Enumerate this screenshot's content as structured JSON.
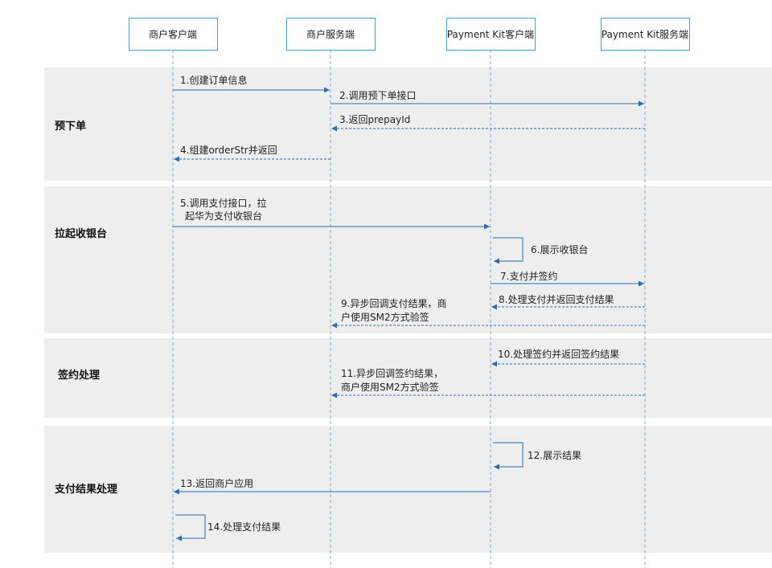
{
  "participants": [
    {
      "label": "商户客户端"
    },
    {
      "label": "商户服务端"
    },
    {
      "label": "Payment Kit客户端"
    },
    {
      "label": "Payment Kit服务端"
    }
  ],
  "phases": [
    {
      "label": "预下单"
    },
    {
      "label": "拉起收银台"
    },
    {
      "label": "签约处理"
    },
    {
      "label": "支付结果处理"
    }
  ],
  "messages": [
    {
      "lines": [
        "1.创建订单信息"
      ],
      "from": 0,
      "to": 1,
      "dashed": false
    },
    {
      "lines": [
        "2.调用预下单接口"
      ],
      "from": 1,
      "to": 3,
      "dashed": false
    },
    {
      "lines": [
        "3.返回prepayId"
      ],
      "from": 3,
      "to": 1,
      "dashed": true
    },
    {
      "lines": [
        "4.组建orderStr并返回"
      ],
      "from": 1,
      "to": 0,
      "dashed": true
    },
    {
      "lines": [
        "5.调用支付接口，拉",
        "起华为支付收银台"
      ],
      "from": 0,
      "to": 2,
      "dashed": false
    },
    {
      "lines": [
        "6.展示收银台"
      ],
      "from": 2,
      "to": 2,
      "dashed": false
    },
    {
      "lines": [
        "7.支付并签约"
      ],
      "from": 2,
      "to": 3,
      "dashed": false
    },
    {
      "lines": [
        "8.处理支付并返回支付结果"
      ],
      "from": 3,
      "to": 2,
      "dashed": true
    },
    {
      "lines": [
        "9.异步回调支付结果，商",
        "户使用SM2方式验签"
      ],
      "from": 3,
      "to": 1,
      "dashed": true
    },
    {
      "lines": [
        "10.处理签约并返回签约结果"
      ],
      "from": 3,
      "to": 2,
      "dashed": true
    },
    {
      "lines": [
        "11.异步回调签约结果，",
        "商户使用SM2方式验签"
      ],
      "from": 3,
      "to": 1,
      "dashed": true
    },
    {
      "lines": [
        "12.展示结果"
      ],
      "from": 2,
      "to": 2,
      "dashed": false
    },
    {
      "lines": [
        "13.返回商户应用"
      ],
      "from": 2,
      "to": 0,
      "dashed": false
    },
    {
      "lines": [
        "14.处理支付结果"
      ],
      "from": 0,
      "to": 0,
      "dashed": false
    }
  ],
  "colors": {
    "arrow": "#2a6cb5",
    "participant_border": "#3fa2d8",
    "lifeline": "#7ea9d1",
    "phase_band": "#eeeeee"
  }
}
